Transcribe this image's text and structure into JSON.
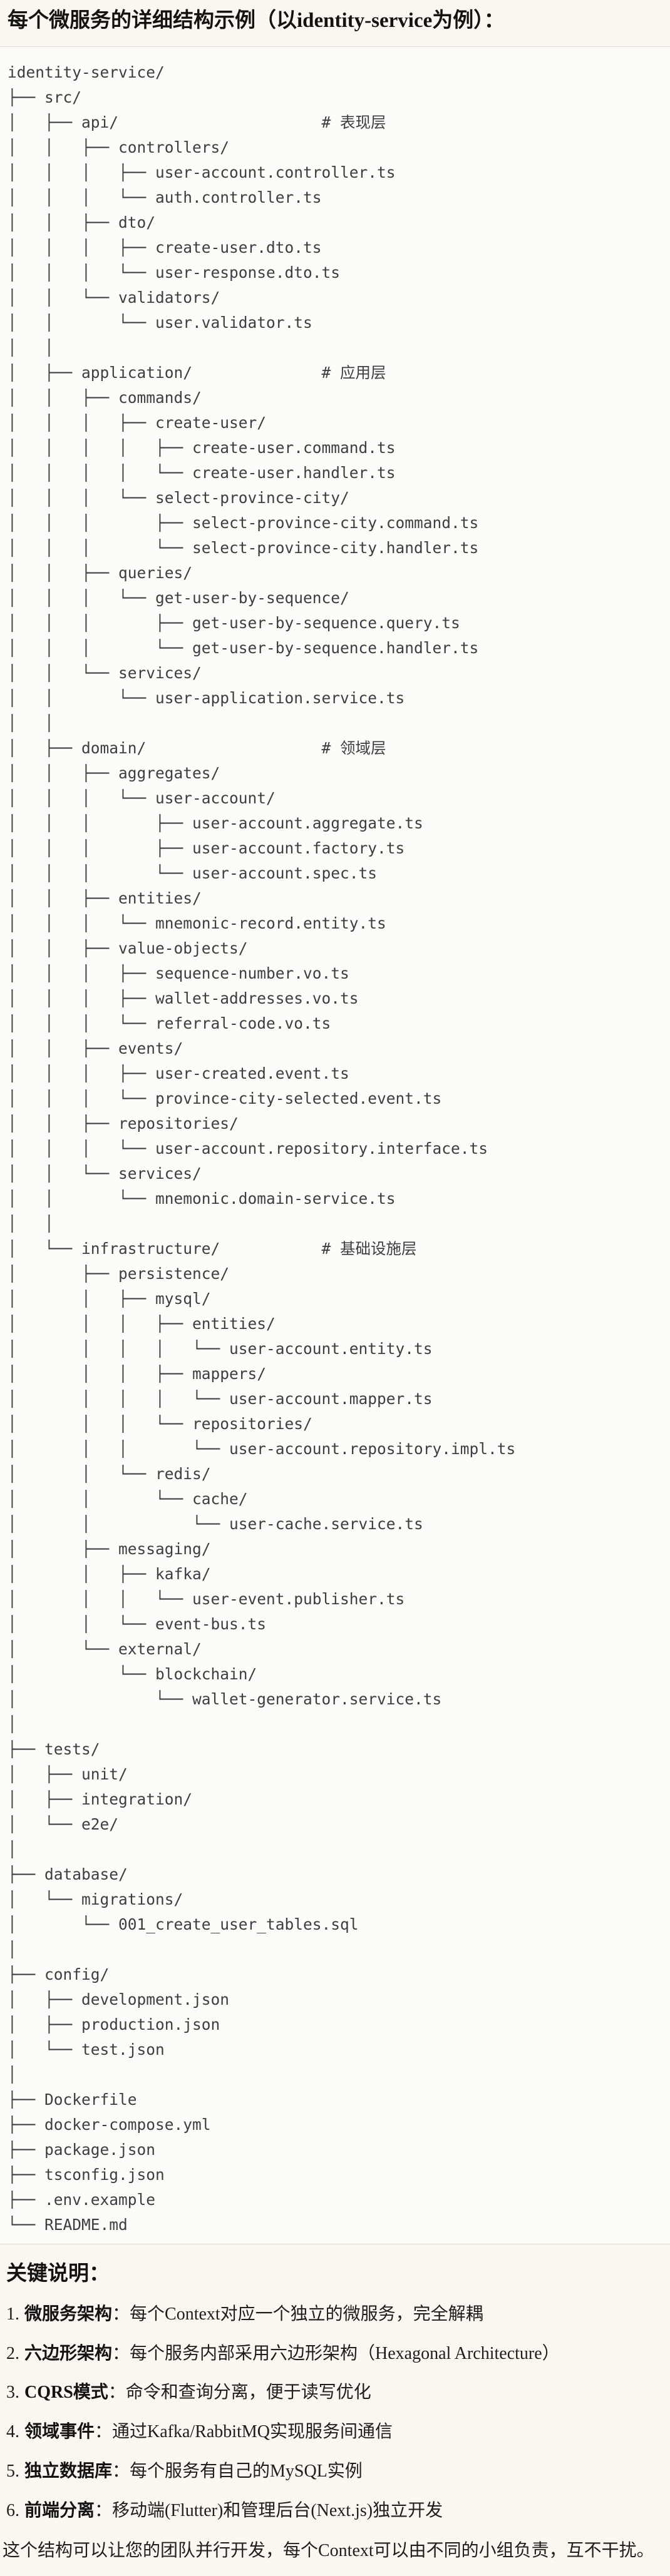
{
  "page": {
    "title": "每个微服务的详细结构示例（以identity-service为例）：",
    "notes_title": "关键说明：",
    "footer": "这个结构可以让您的团队并行开发，每个Context可以由不同的小组负责，互不干扰。"
  },
  "colors": {
    "page_bg": "#F9F7F0",
    "code_bg": "#FDFCF8",
    "divider": "#DEDCD4",
    "tree_text": "#3d3d43",
    "body_text": "#1f1e1d"
  },
  "tree": {
    "lines": [
      "identity-service/",
      "├── src/",
      "│   ├── api/                      # 表现层",
      "│   │   ├── controllers/",
      "│   │   │   ├── user-account.controller.ts",
      "│   │   │   └── auth.controller.ts",
      "│   │   ├── dto/",
      "│   │   │   ├── create-user.dto.ts",
      "│   │   │   └── user-response.dto.ts",
      "│   │   └── validators/",
      "│   │       └── user.validator.ts",
      "│   │",
      "│   ├── application/              # 应用层",
      "│   │   ├── commands/",
      "│   │   │   ├── create-user/",
      "│   │   │   │   ├── create-user.command.ts",
      "│   │   │   │   └── create-user.handler.ts",
      "│   │   │   └── select-province-city/",
      "│   │   │       ├── select-province-city.command.ts",
      "│   │   │       └── select-province-city.handler.ts",
      "│   │   ├── queries/",
      "│   │   │   └── get-user-by-sequence/",
      "│   │   │       ├── get-user-by-sequence.query.ts",
      "│   │   │       └── get-user-by-sequence.handler.ts",
      "│   │   └── services/",
      "│   │       └── user-application.service.ts",
      "│   │",
      "│   ├── domain/                   # 领域层",
      "│   │   ├── aggregates/",
      "│   │   │   └── user-account/",
      "│   │   │       ├── user-account.aggregate.ts",
      "│   │   │       ├── user-account.factory.ts",
      "│   │   │       └── user-account.spec.ts",
      "│   │   ├── entities/",
      "│   │   │   └── mnemonic-record.entity.ts",
      "│   │   ├── value-objects/",
      "│   │   │   ├── sequence-number.vo.ts",
      "│   │   │   ├── wallet-addresses.vo.ts",
      "│   │   │   └── referral-code.vo.ts",
      "│   │   ├── events/",
      "│   │   │   ├── user-created.event.ts",
      "│   │   │   └── province-city-selected.event.ts",
      "│   │   ├── repositories/",
      "│   │   │   └── user-account.repository.interface.ts",
      "│   │   └── services/",
      "│   │       └── mnemonic.domain-service.ts",
      "│   │",
      "│   └── infrastructure/           # 基础设施层",
      "│       ├── persistence/",
      "│       │   ├── mysql/",
      "│       │   │   ├── entities/",
      "│       │   │   │   └── user-account.entity.ts",
      "│       │   │   ├── mappers/",
      "│       │   │   │   └── user-account.mapper.ts",
      "│       │   │   └── repositories/",
      "│       │   │       └── user-account.repository.impl.ts",
      "│       │   └── redis/",
      "│       │       └── cache/",
      "│       │           └── user-cache.service.ts",
      "│       ├── messaging/",
      "│       │   ├── kafka/",
      "│       │   │   └── user-event.publisher.ts",
      "│       │   └── event-bus.ts",
      "│       └── external/",
      "│           └── blockchain/",
      "│               └── wallet-generator.service.ts",
      "│",
      "├── tests/",
      "│   ├── unit/",
      "│   ├── integration/",
      "│   └── e2e/",
      "│",
      "├── database/",
      "│   └── migrations/",
      "│       └── 001_create_user_tables.sql",
      "│",
      "├── config/",
      "│   ├── development.json",
      "│   ├── production.json",
      "│   └── test.json",
      "│",
      "├── Dockerfile",
      "├── docker-compose.yml",
      "├── package.json",
      "├── tsconfig.json",
      "├── .env.example",
      "└── README.md"
    ]
  },
  "notes": {
    "items": [
      {
        "num": "1.",
        "term": "微服务架构",
        "desc": "：每个Context对应一个独立的微服务，完全解耦"
      },
      {
        "num": "2.",
        "term": "六边形架构",
        "desc": "：每个服务内部采用六边形架构（Hexagonal Architecture）"
      },
      {
        "num": "3.",
        "term": "CQRS模式",
        "desc": "：命令和查询分离，便于读写优化"
      },
      {
        "num": "4.",
        "term": "领域事件",
        "desc": "：通过Kafka/RabbitMQ实现服务间通信"
      },
      {
        "num": "5.",
        "term": "独立数据库",
        "desc": "：每个服务有自己的MySQL实例"
      },
      {
        "num": "6.",
        "term": "前端分离",
        "desc": "：移动端(Flutter)和管理后台(Next.js)独立开发"
      }
    ]
  }
}
